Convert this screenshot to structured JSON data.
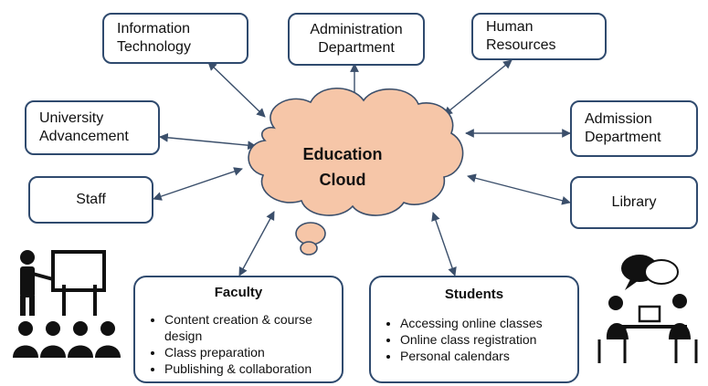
{
  "center": {
    "line1": "Education",
    "line2": "Cloud"
  },
  "nodes": {
    "it": {
      "line1": "Information",
      "line2": "Technology"
    },
    "admin": {
      "line1": "Administration",
      "line2": "Department"
    },
    "hr": {
      "line1": "Human",
      "line2": "Resources"
    },
    "advancement": {
      "line1": "University",
      "line2": "Advancement"
    },
    "admission": {
      "line1": "Admission",
      "line2": "Department"
    },
    "staff": {
      "label": "Staff"
    },
    "library": {
      "label": "Library"
    }
  },
  "faculty": {
    "title": "Faculty",
    "items": [
      "Content creation & course design",
      "Class preparation",
      "Publishing & collaboration"
    ]
  },
  "students": {
    "title": "Students",
    "items": [
      "Accessing online classes",
      "Online class registration",
      "Personal calendars"
    ]
  },
  "colors": {
    "cloud_fill": "#f6c6a8",
    "border": "#2f4a6e",
    "arrow": "#3b4f6b"
  }
}
